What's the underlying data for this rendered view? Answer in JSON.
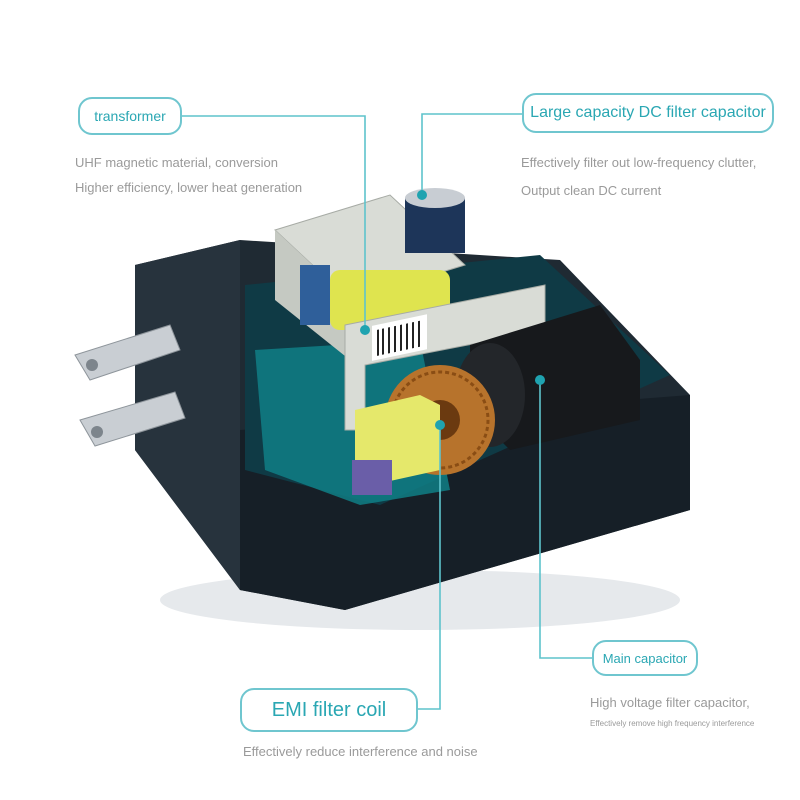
{
  "colors": {
    "accent": "#2aa7b3",
    "line": "#5ec3cc",
    "description_text": "#9a9a9a",
    "housing": "#1f2a33"
  },
  "labels": {
    "transformer": {
      "title": "transformer",
      "lines": [
        "UHF magnetic material, conversion",
        "Higher efficiency, lower heat generation"
      ]
    },
    "dc_capacitor": {
      "title": "Large capacity DC filter capacitor",
      "lines": [
        "Effectively filter out low-frequency clutter,",
        "Output clean DC current"
      ]
    },
    "main_capacitor": {
      "title": "Main capacitor",
      "lines": [
        "High voltage filter capacitor,",
        "Effectively remove high frequency interference"
      ]
    },
    "emi_coil": {
      "title": "EMI filter coil",
      "lines": [
        "Effectively reduce interference and noise"
      ]
    }
  }
}
